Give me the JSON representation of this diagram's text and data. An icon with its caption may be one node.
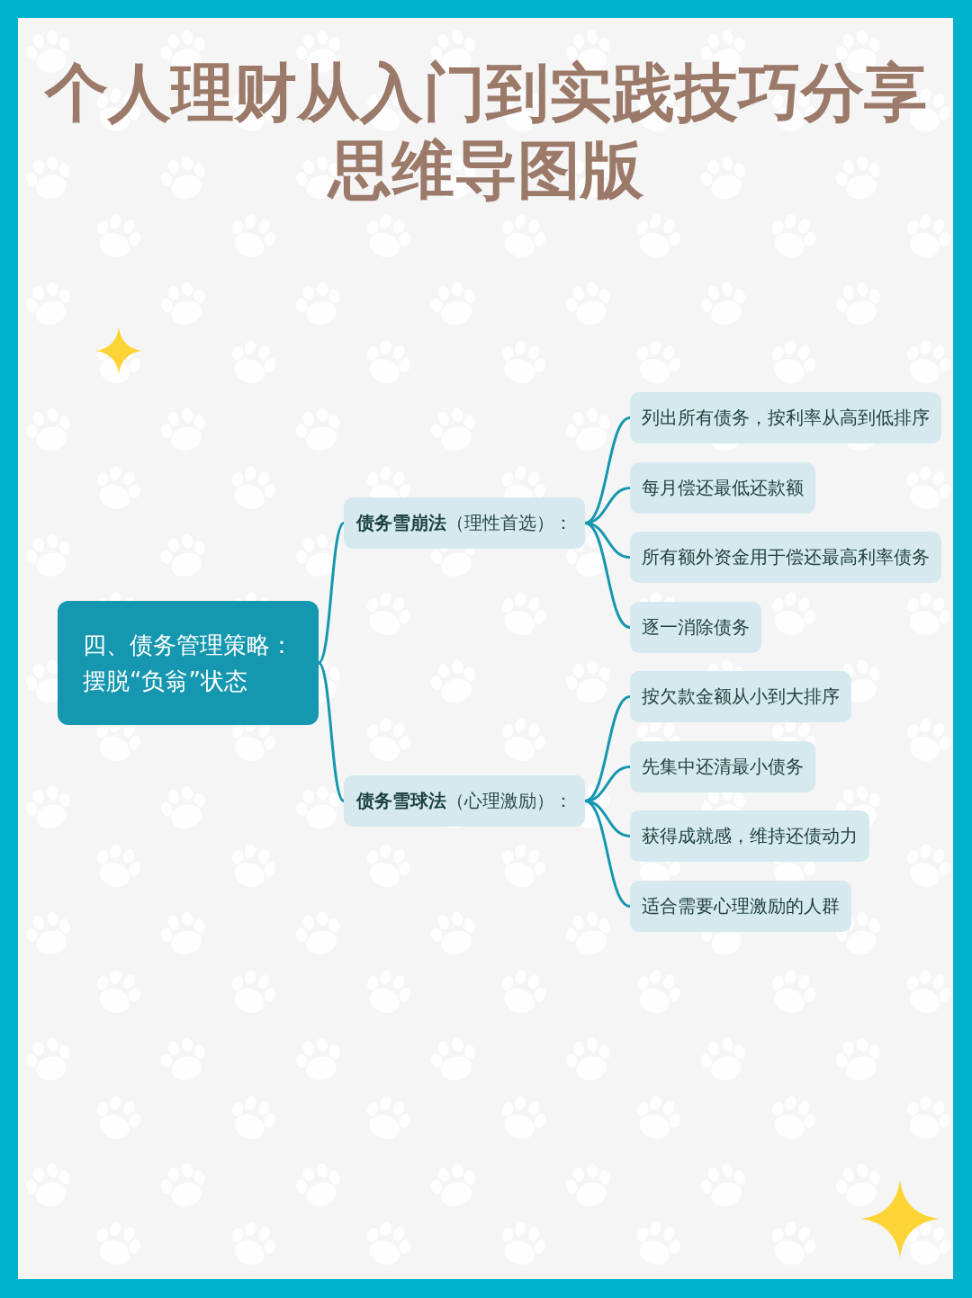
{
  "diagram": {
    "title": "个人理财从入门到实践技巧分享思维导图版",
    "nodes": [
      {
        "text": [
          "四、债务管理策略：摆脱“负翁”状态"
        ]
      },
      {
        "text": [
          "**债务雪崩法**（理性首选）："
        ]
      },
      {
        "text": [
          "列出所有债务，按利率从高到低排序"
        ]
      },
      {
        "text": [
          "每月偿还最低还款额"
        ]
      },
      {
        "text": [
          "所有额外资金用于偿还最高利率债务"
        ]
      },
      {
        "text": [
          "逐一消除债务"
        ]
      },
      {
        "text": [
          "**债务雪球法**（心理激励）："
        ]
      },
      {
        "text": [
          "按欠款金额从小到大排序"
        ]
      },
      {
        "text": [
          "先集中还清最小债务"
        ]
      },
      {
        "text": [
          "获得成就感，维持还债动力"
        ]
      },
      {
        "text": [
          "适合需要心理激励的人群"
        ]
      }
    ],
    "edges": [
      {
        "from": 0,
        "to": 1,
        "arrow": "none"
      },
      {
        "from": 0,
        "to": 6,
        "arrow": "none"
      },
      {
        "from": 1,
        "to": 2,
        "arrow": "none"
      },
      {
        "from": 1,
        "to": 3,
        "arrow": "none"
      },
      {
        "from": 1,
        "to": 4,
        "arrow": "none"
      },
      {
        "from": 1,
        "to": 5,
        "arrow": "none"
      },
      {
        "from": 6,
        "to": 7,
        "arrow": "none"
      },
      {
        "from": 6,
        "to": 8,
        "arrow": "none"
      },
      {
        "from": 6,
        "to": 9,
        "arrow": "none"
      },
      {
        "from": 6,
        "to": 10,
        "arrow": "none"
      }
    ]
  }
}
